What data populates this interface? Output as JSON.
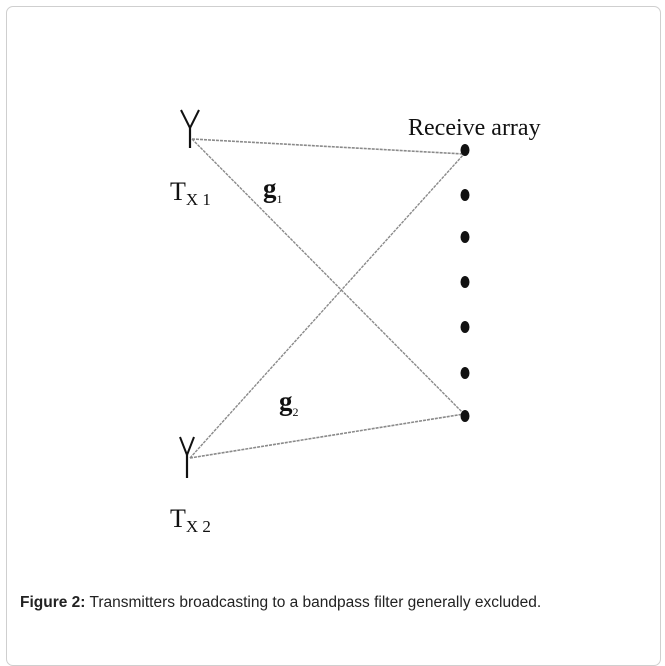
{
  "diagram": {
    "receive_label": "Receive array",
    "tx1": {
      "main": "T",
      "sub": "X 1"
    },
    "tx2": {
      "main": "T",
      "sub": "X 2"
    },
    "g1": {
      "main": "g",
      "sub": "1"
    },
    "g2": {
      "main": "g",
      "sub": "2"
    }
  },
  "caption": {
    "label": "Figure 2:",
    "text": " Transmitters broadcasting to a bandpass filter generally excluded."
  },
  "colors": {
    "frame_border": "#cfcfcf",
    "link_line": "#8a8a8a",
    "ink": "#111111"
  }
}
